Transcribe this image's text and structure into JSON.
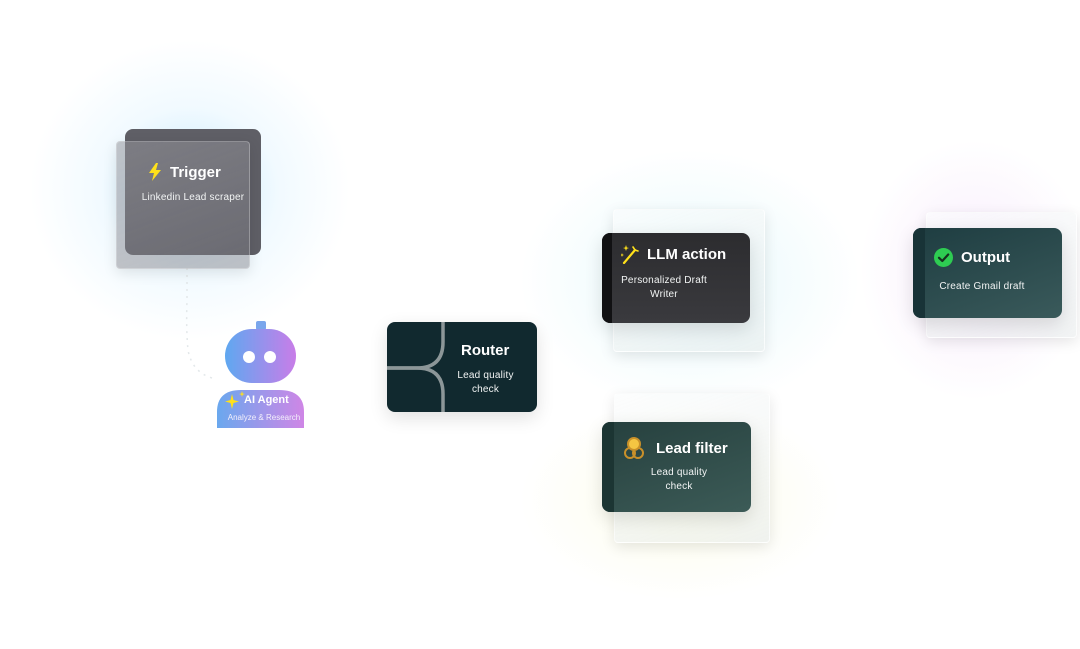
{
  "nodes": {
    "trigger": {
      "title": "Trigger",
      "subtitle": "Linkedin Lead scraper"
    },
    "ai_agent": {
      "title": "AI Agent",
      "subtitle": "Analyze & Research"
    },
    "router": {
      "title": "Router",
      "subtitle": "Lead quality check"
    },
    "llm_action": {
      "title": "LLM action",
      "subtitle": "Personalized Draft Writer"
    },
    "lead_filter": {
      "title": "Lead filter",
      "subtitle": "Lead quality check"
    },
    "output": {
      "title": "Output",
      "subtitle": "Create Gmail draft"
    }
  },
  "icons": {
    "trigger": "lightning-icon",
    "ai_agent": "robot-icon",
    "llm_action": "magic-wand-icon",
    "lead_filter": "coins-icon",
    "output": "check-circle-icon"
  },
  "colors": {
    "trigger_card": "#5f5f66",
    "router_card": "#11292f",
    "llm_card": "#2b2b2e",
    "filter_card": "#2f4d4a",
    "output_card": "#25464a",
    "agent_gradient_start": "#5fa8f0",
    "agent_gradient_end": "#c87de8",
    "check_green": "#2ecc52",
    "lightning_yellow": "#ffe11a"
  }
}
